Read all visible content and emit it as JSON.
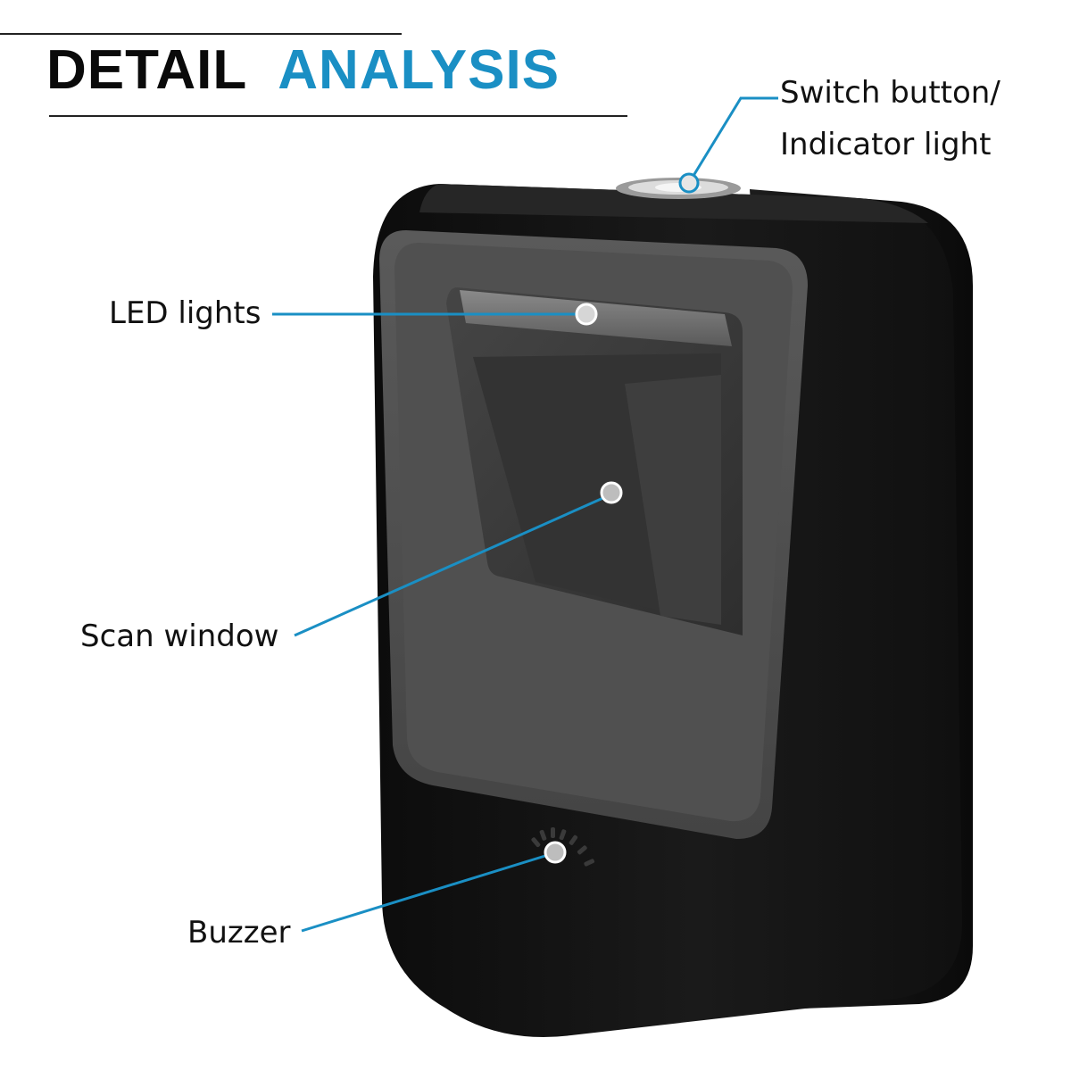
{
  "heading": {
    "word1": "DETAIL",
    "word2": "ANALYSIS"
  },
  "callouts": {
    "switch_line1": "Switch button/",
    "switch_line2": "Indicator light",
    "led": "LED lights",
    "scan": "Scan window",
    "buzzer": "Buzzer"
  },
  "colors": {
    "accent": "#1a8fc4",
    "heading_dark": "#0a0a0a",
    "device_body": "#141414",
    "bezel": "#4a4a4a",
    "window": "#3a3a3a"
  }
}
